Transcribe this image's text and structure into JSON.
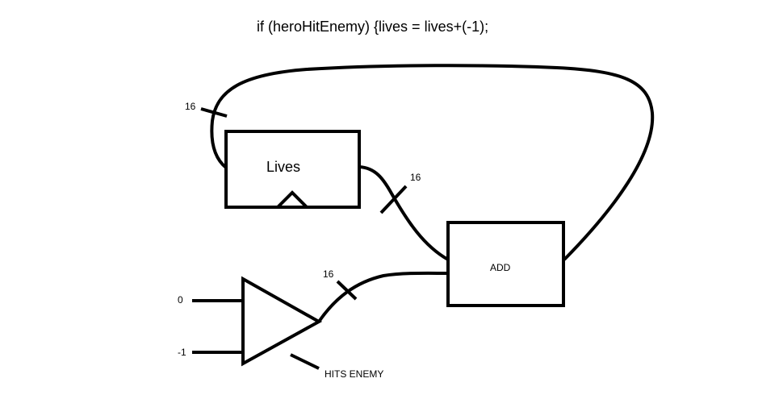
{
  "title": "if (heroHitEnemy) {lives = lives+(-1);",
  "blocks": {
    "register": {
      "label": "Lives"
    },
    "adder": {
      "label": "ADD"
    },
    "mux": {
      "inputs": [
        "0",
        "-1"
      ],
      "select_label": "HITS ENEMY"
    }
  },
  "bus_widths": {
    "feedback": "16",
    "register_out": "16",
    "mux_out": "16"
  },
  "colors": {
    "background": "#ffffff",
    "ink": "#000000"
  }
}
